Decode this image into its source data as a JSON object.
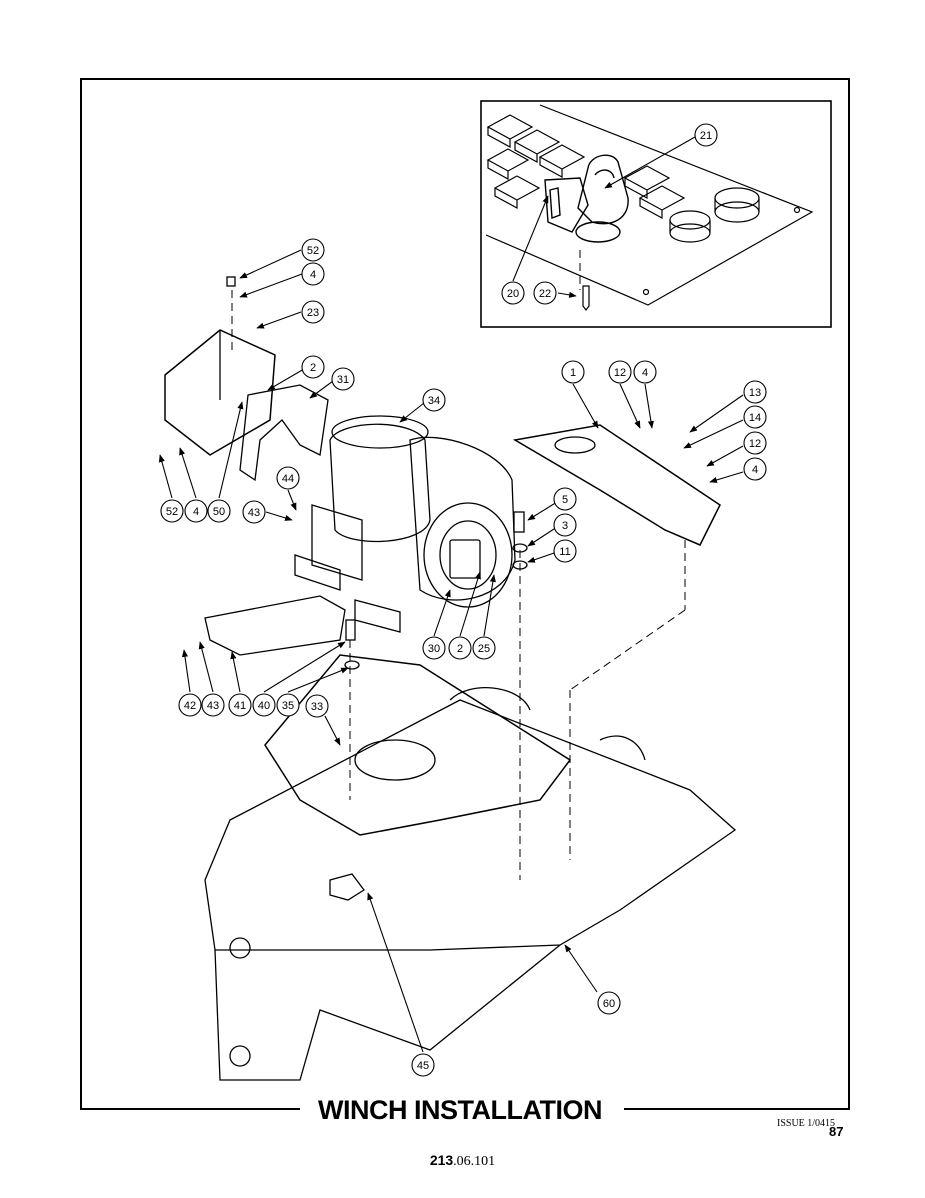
{
  "title": "WINCH INSTALLATION",
  "issue": "ISSUE 1/0415",
  "page_number": "87",
  "doc_number_bold": "213",
  "doc_number_rest": ".06.101",
  "callouts": [
    "52",
    "4",
    "23",
    "2",
    "31",
    "34",
    "50",
    "52",
    "4",
    "44",
    "43",
    "1",
    "12",
    "4",
    "13",
    "14",
    "12",
    "4",
    "5",
    "3",
    "11",
    "30",
    "2",
    "25",
    "42",
    "43",
    "41",
    "40",
    "35",
    "33",
    "60",
    "45",
    "21",
    "20",
    "22"
  ]
}
